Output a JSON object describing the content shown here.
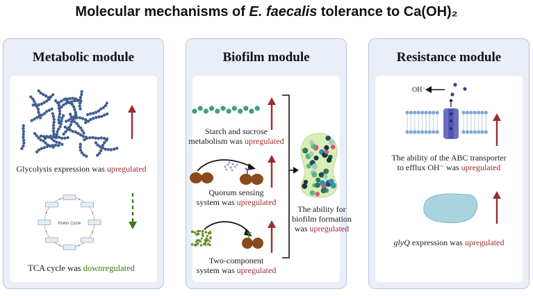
{
  "title": {
    "prefix": "Molecular mechanisms of ",
    "organism": "E. faecalis",
    "suffix": " tolerance to Ca(OH)₂"
  },
  "panels": {
    "metabolic": {
      "title": "Metabolic module",
      "glycolysis": {
        "text": "Glycolysis expression was ",
        "status": "upregulated"
      },
      "tca": {
        "text": "TCA cycle was ",
        "status": "downregulated"
      },
      "krebs_label": "Krebs Cycle"
    },
    "biofilm": {
      "title": "Biofilm module",
      "starch": {
        "line1": "Starch and sucrose",
        "line2": "metabolism was ",
        "status": "upregulated"
      },
      "quorum": {
        "line1": "Quorum sensing",
        "line2": "system was ",
        "status": "upregulated"
      },
      "twocomp": {
        "line1": "Two-component",
        "line2": "system was ",
        "status": "upregulated"
      },
      "result": {
        "line1": "The ability for",
        "line2": "biofilm formation",
        "line3": "was ",
        "status": "upregulated"
      }
    },
    "resistance": {
      "title": "Resistance module",
      "oh_label": "OH⁻",
      "abc": {
        "line1": "The ability of the ABC transporter",
        "line2": "to efflux OH⁻ was ",
        "status": "upregulated"
      },
      "glyq": {
        "gene": "glyQ",
        "text": " expression was ",
        "status": "upregulated"
      }
    }
  },
  "colors": {
    "up": "#9b2b30",
    "down": "#3b7a1d",
    "panel_bg": "#e9eef7",
    "panel_border": "#b9c6df"
  }
}
